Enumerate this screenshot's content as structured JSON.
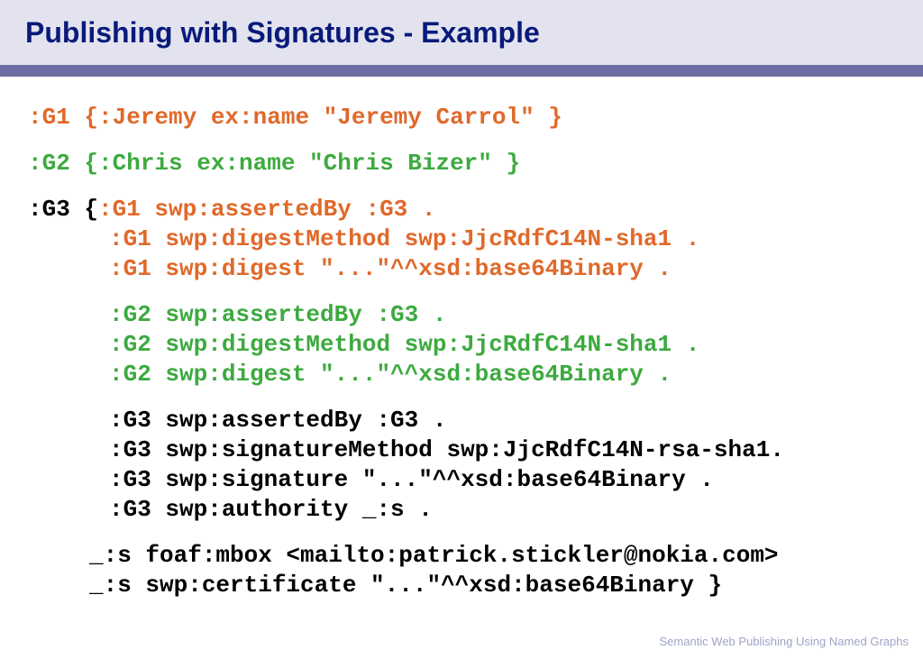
{
  "slide": {
    "title": "Publishing with Signatures - Example",
    "footer": "Semantic Web Publishing Using Named Graphs"
  },
  "code": {
    "g1_line": ":G1 {:Jeremy ex:name \"Jeremy Carrol\" }",
    "g2_line": ":G2 {:Chris ex:name \"Chris Bizer\" }",
    "g3_open": ":G3 {",
    "g3_g1_asserted": ":G1 swp:assertedBy :G3 .",
    "g3_g1_method": ":G1 swp:digestMethod swp:JjcRdfC14N-sha1 .",
    "g3_g1_digest": ":G1 swp:digest \"...\"^^xsd:base64Binary .",
    "g3_g2_asserted": ":G2 swp:assertedBy :G3 .",
    "g3_g2_method": ":G2 swp:digestMethod swp:JjcRdfC14N-sha1 .",
    "g3_g2_digest": ":G2 swp:digest \"...\"^^xsd:base64Binary .",
    "g3_g3_asserted": ":G3 swp:assertedBy :G3 .",
    "g3_g3_method": ":G3 swp:signatureMethod swp:JjcRdfC14N-rsa-sha1.",
    "g3_g3_signature": ":G3 swp:signature \"...\"^^xsd:base64Binary .",
    "g3_g3_authority": ":G3 swp:authority _:s .",
    "s_mbox": "_:s foaf:mbox <mailto:patrick.stickler@nokia.com>",
    "s_certificate": "_:s swp:certificate \"...\"^^xsd:base64Binary }"
  },
  "colors": {
    "title": "#0a1a7a",
    "title_bar": "#e2e3ee",
    "title_rule": "#6c6ea3",
    "graph1": "#e0692a",
    "graph2": "#3daa3f",
    "graph3": "#000000",
    "footer": "#9ea4c8"
  }
}
